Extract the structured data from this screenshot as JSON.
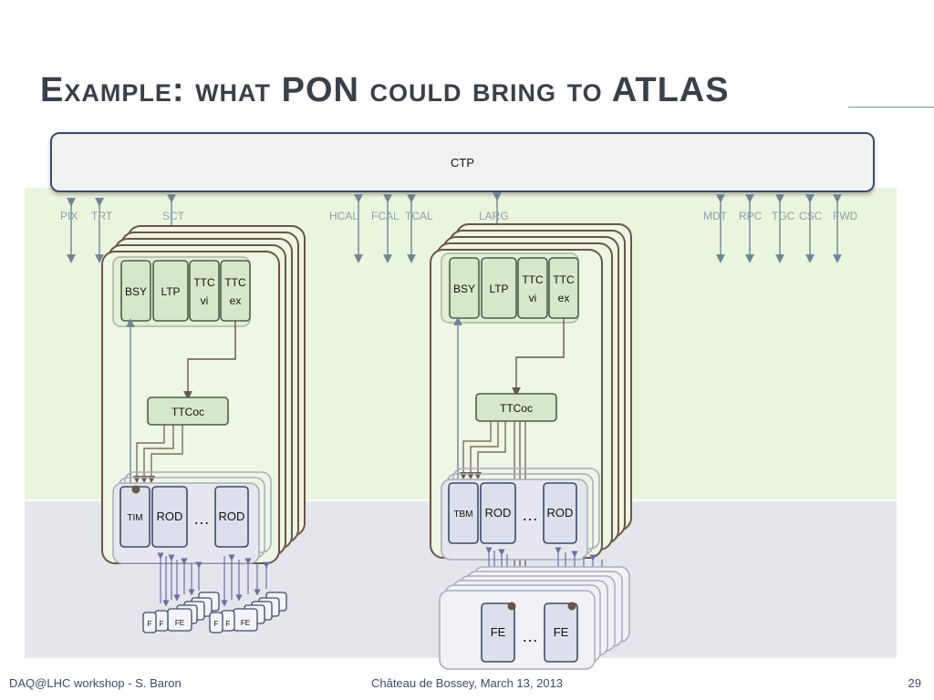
{
  "slide": {
    "title": "Example: what PON could bring to ATLAS",
    "ctp_label": "CTP"
  },
  "detectors": {
    "pix": "PIX",
    "trt": "TRT",
    "sct": "SCT",
    "hcal": "HCAL",
    "fcal": "FCAL",
    "tcal": "TCAL",
    "larg": "LARG",
    "mdt": "MDT",
    "rpc": "RPC",
    "tgc": "TGC",
    "csc": "CSC",
    "fwd": "FWD"
  },
  "left_crate": {
    "bsy": "BSY",
    "ltp": "LTP",
    "ttc_vi": [
      "TTC",
      "vi"
    ],
    "ttc_ex": [
      "TTC",
      "ex"
    ],
    "ttcoc": "TTCoc",
    "tim": "TIM",
    "rod1": "ROD",
    "dots": "…",
    "rod2": "ROD",
    "fe_small": "FE",
    "fe_f": "F"
  },
  "right_crate": {
    "bsy": "BSY",
    "ltp": "LTP",
    "ttc_vi": [
      "TTC",
      "vi"
    ],
    "ttc_ex": [
      "TTC",
      "ex"
    ],
    "ttcoc": "TTCoc",
    "tbm": "TBM",
    "rod1": "ROD",
    "dots": "…",
    "rod2": "ROD",
    "fe1": "FE",
    "fe_dots": "…",
    "fe2": "FE"
  },
  "footer": {
    "left": "DAQ@LHC workshop - S. Baron",
    "center": "Château de Bossey, March 13, 2013",
    "page": "29"
  },
  "colors": {
    "green_band": "#eaf5de",
    "gray_band": "#e5e5ec",
    "module_fill": "#d6e8c9",
    "module_stroke": "#4a5e4a",
    "crate_stroke": "#6b5548",
    "rod_fill": "#dde0ea",
    "rod_stroke": "#3c4a6b",
    "arrow": "#6f8596"
  }
}
